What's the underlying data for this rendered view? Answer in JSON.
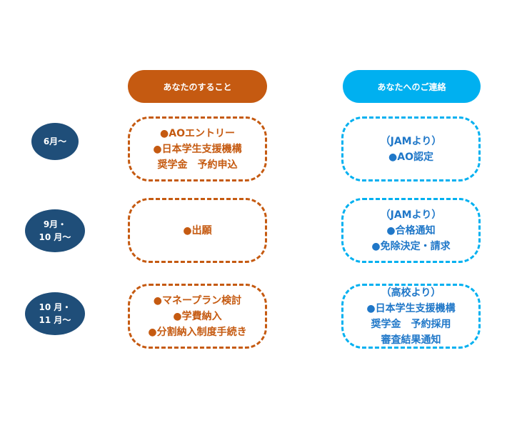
{
  "headers": {
    "left": "あなたのすること",
    "right": "あなたへのご連絡"
  },
  "periods": [
    {
      "line1": "6月～",
      "line2": ""
    },
    {
      "line1": "9月・",
      "line2": "10 月～"
    },
    {
      "line1": "10 月・",
      "line2": "11 月～"
    }
  ],
  "your_actions": [
    {
      "lines": [
        "●AOエントリー",
        "●日本学生支援機構",
        "奨学金　予約申込"
      ]
    },
    {
      "lines": [
        "●出願"
      ]
    },
    {
      "lines": [
        "●マネープラン検討",
        "●学費納入",
        "●分割納入制度手続き"
      ]
    }
  ],
  "notifications": [
    {
      "lines": [
        "（JAMより）",
        "●AO認定"
      ]
    },
    {
      "lines": [
        "（JAMより）",
        "●合格通知",
        "●免除決定・請求"
      ]
    },
    {
      "lines": [
        "（高校より）",
        "●日本学生支援機構",
        "奨学金　予約採用",
        "審査結果通知"
      ]
    }
  ],
  "colors": {
    "orange": "#c55a11",
    "light_blue": "#00b0f0",
    "navy": "#1f4e79",
    "blue_text": "#1f77c8"
  }
}
